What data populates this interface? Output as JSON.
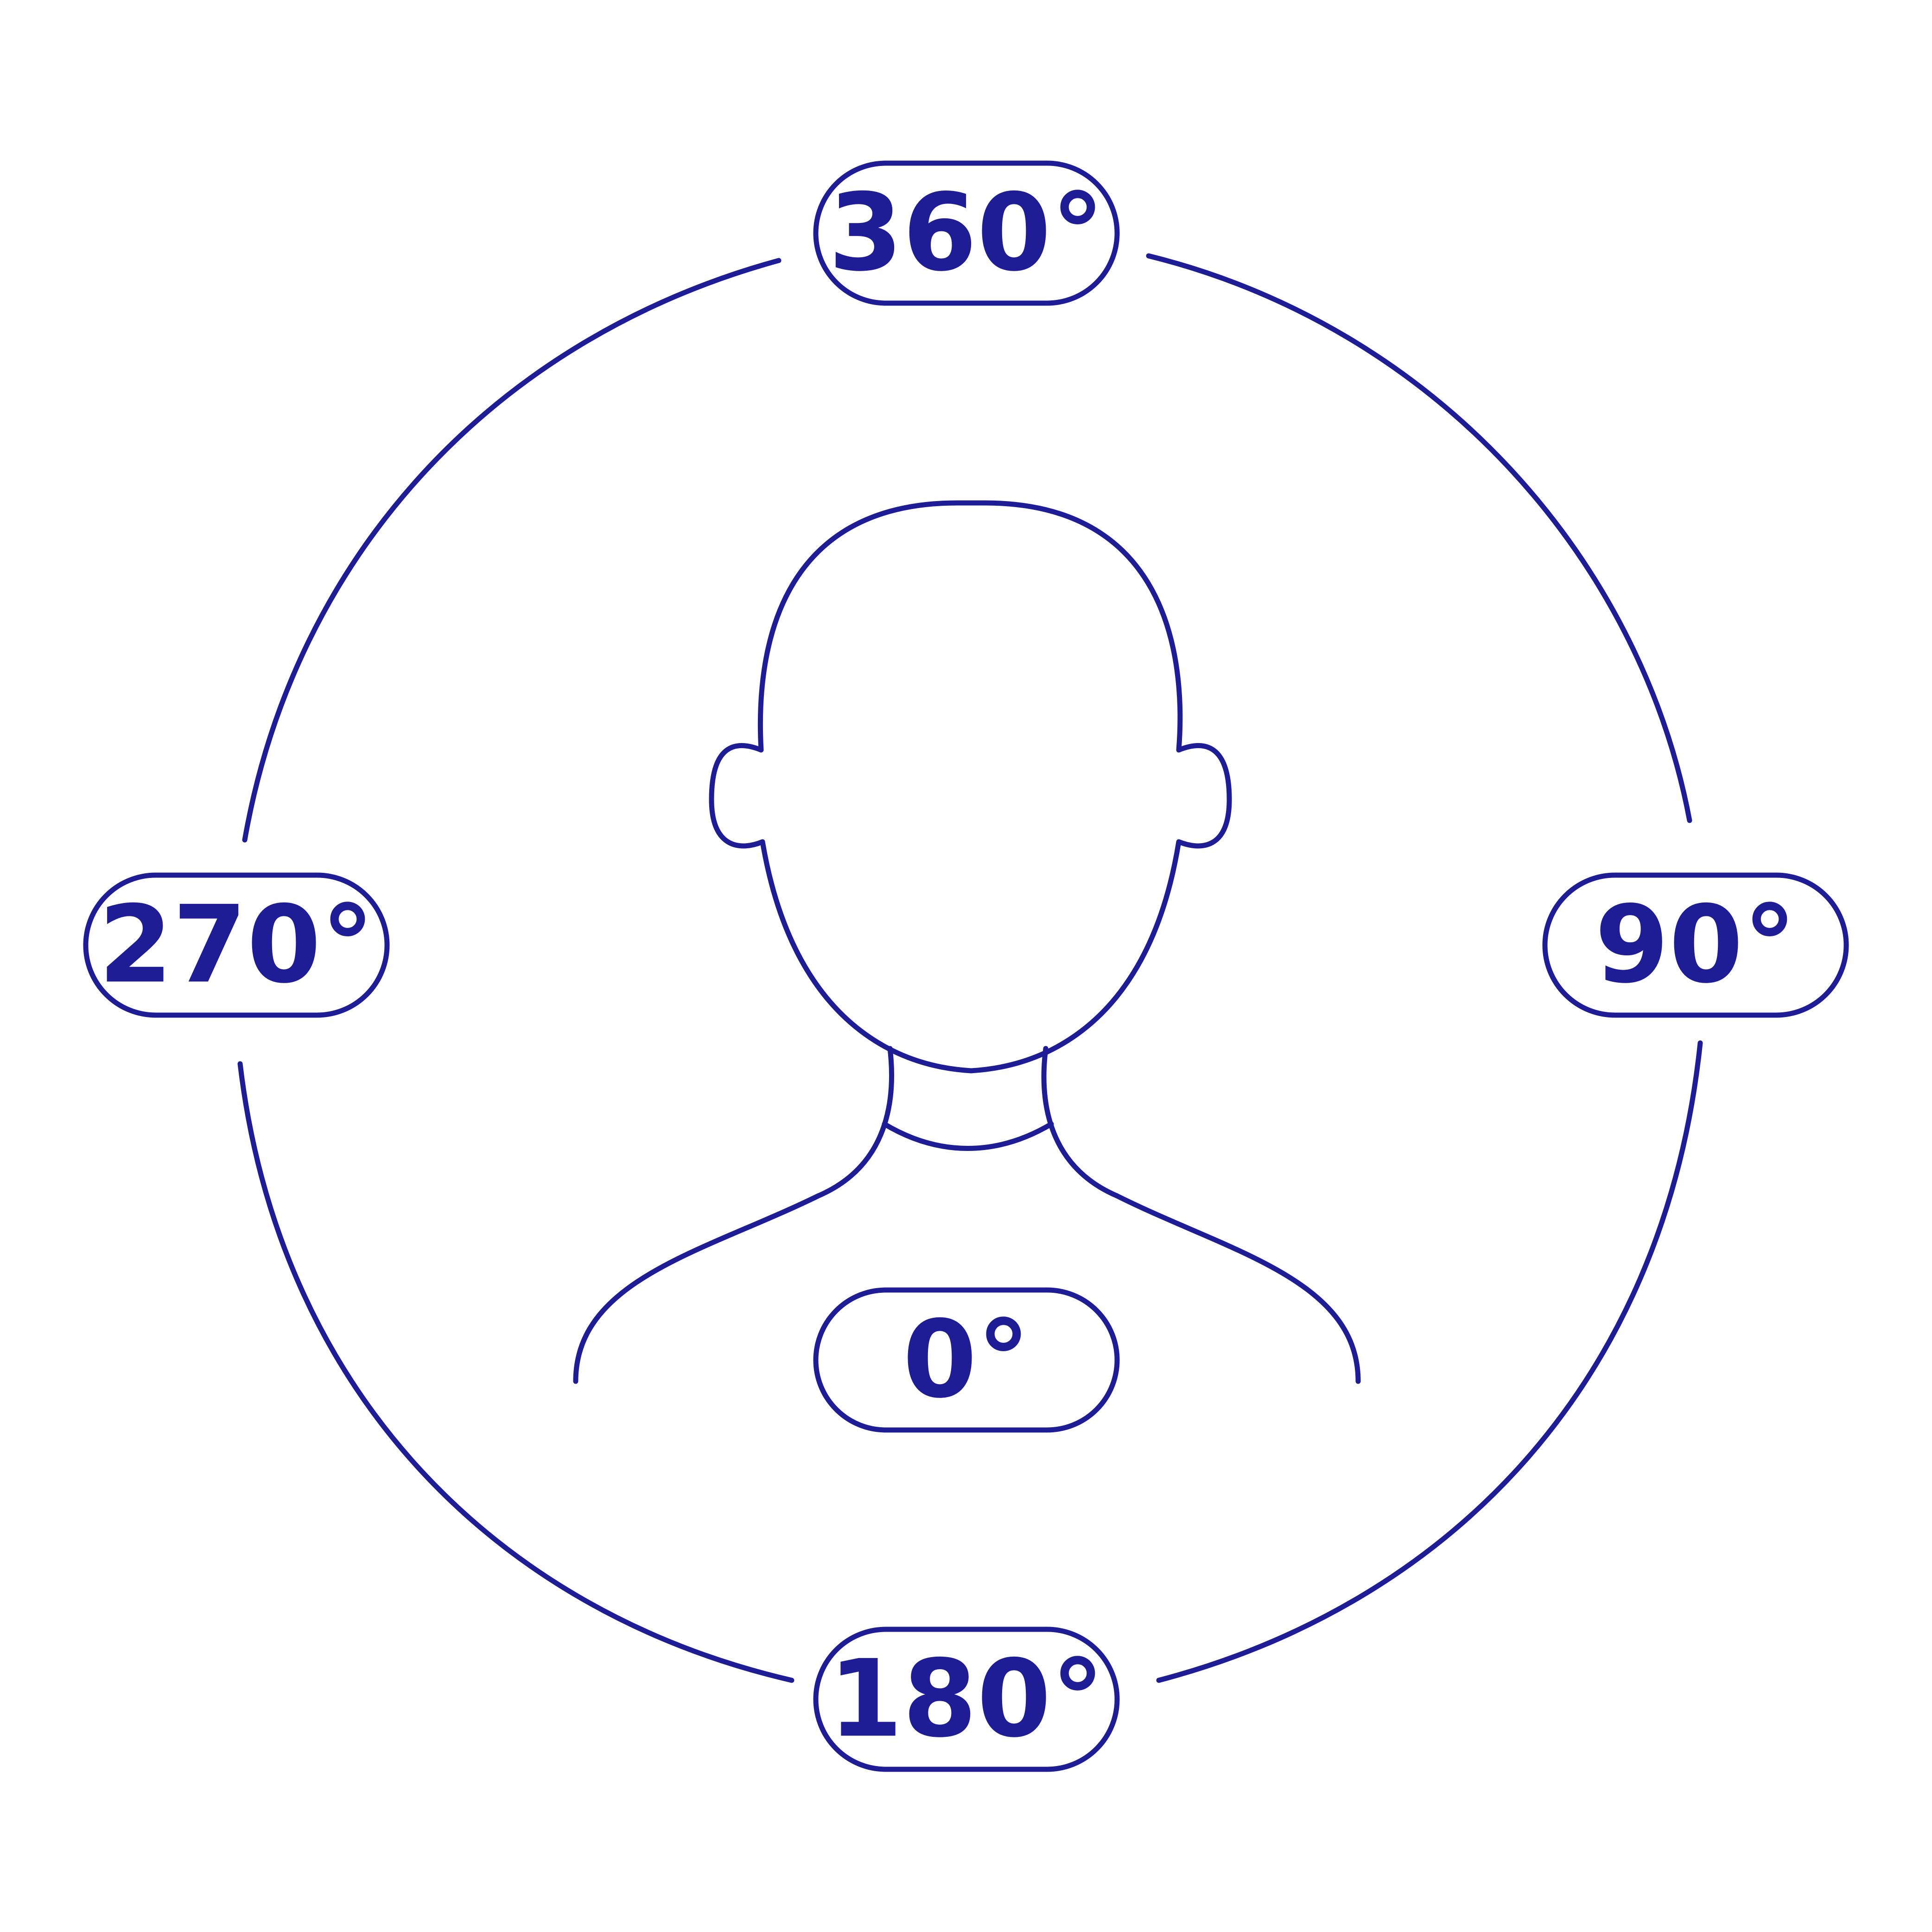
{
  "colors": {
    "accent": "#1f1d96",
    "background": "#ffffff"
  },
  "labels": {
    "top": "360°",
    "right": "90°",
    "bottom": "180°",
    "left": "270°",
    "center": "0°"
  },
  "icons": {
    "center": "person-head-shoulders-outline",
    "arrows": "arrow-head"
  }
}
